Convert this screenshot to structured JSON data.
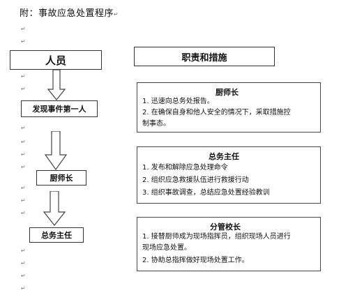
{
  "document": {
    "title": "附：事故应急处置程序",
    "paragraph_mark": "↵"
  },
  "flow": {
    "header_left": "人员",
    "header_right": "职责和措施",
    "steps": [
      "发现事件第一人",
      "厨师长",
      "总务主任"
    ]
  },
  "panels": [
    {
      "title": "厨师长",
      "lines": [
        "1. 迅速向总务处报告。",
        "2. 在确保自身和他人安全的情况下，采取措施控",
        "制事态。"
      ]
    },
    {
      "title": "总务主任",
      "lines": [
        "1. 发布和解除应急处理命令",
        "2. 组织应急救援队伍进行救援行动",
        "3. 组织事故调查，总结应急处置经验教训"
      ]
    },
    {
      "title": "分管校长",
      "lines": [
        "1. 接替厨师成为现场指挥员，组织现场人员进行",
        "现场应急处置。",
        "2. 协助总指挥做好现场处置工作。"
      ]
    }
  ]
}
